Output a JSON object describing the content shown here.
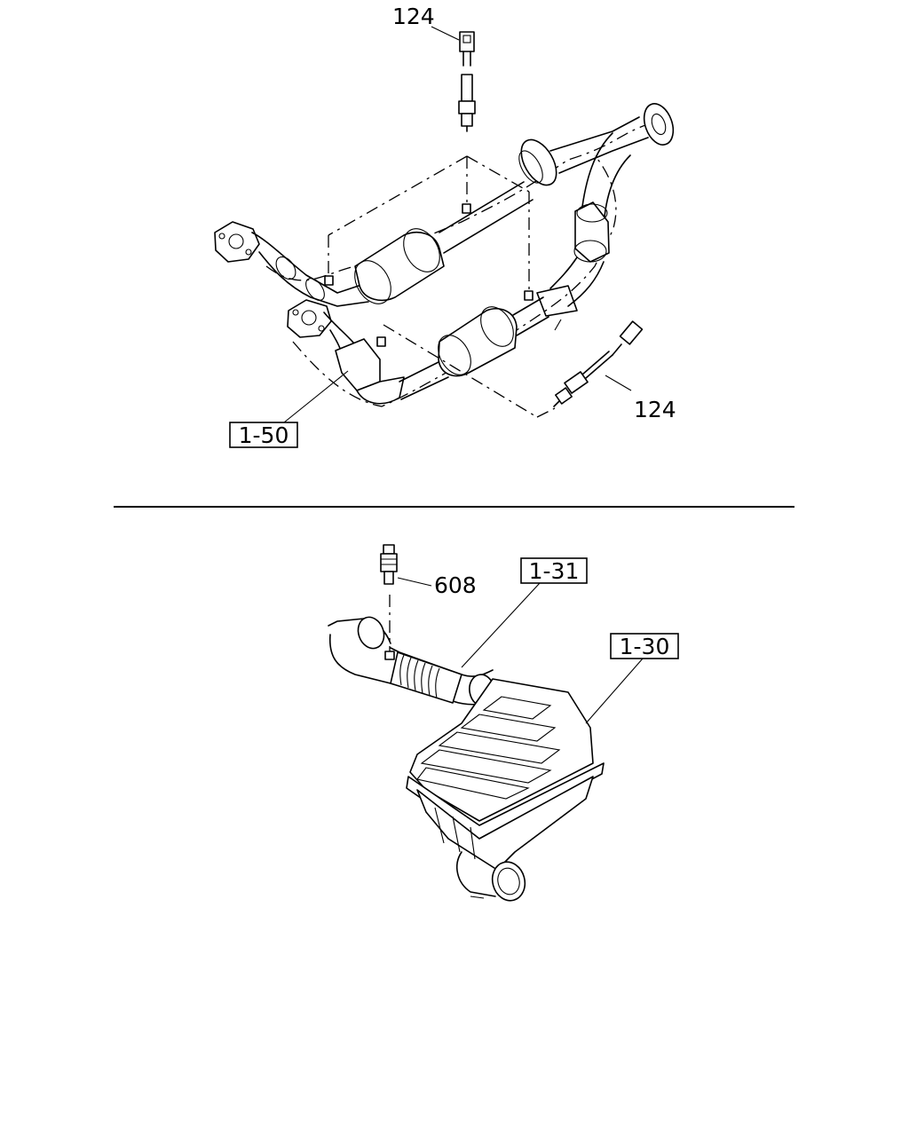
{
  "callouts": {
    "top_sensor": "124",
    "right_sensor": "124",
    "exhaust_ref": "1-50",
    "intake_sensor": "608",
    "duct_ref": "1-31",
    "cleaner_ref": "1-30"
  }
}
